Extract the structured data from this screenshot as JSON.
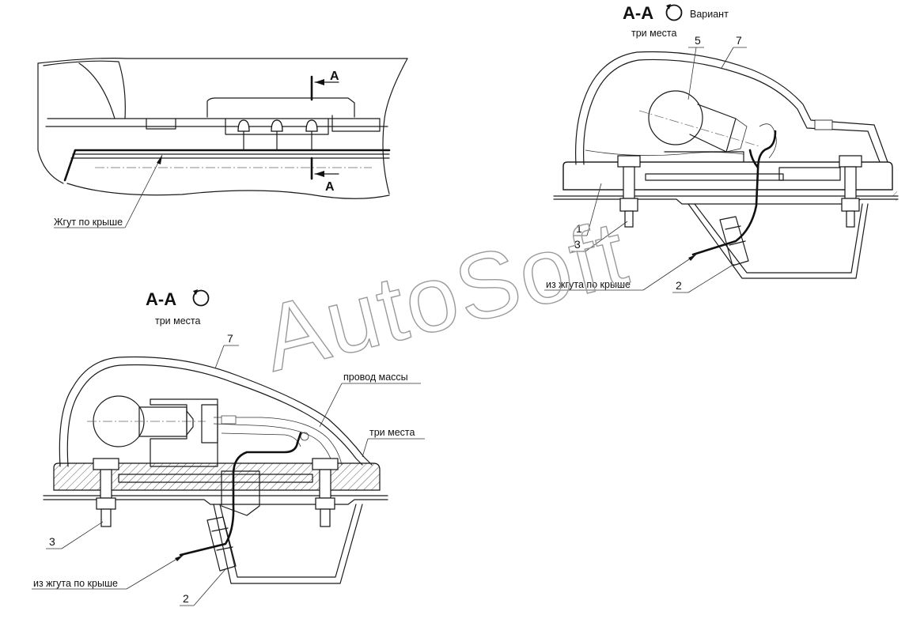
{
  "top_view": {
    "harness_label": "Жгут по крыше",
    "section_mark_top": "А",
    "section_mark_bottom": "А"
  },
  "section_variant": {
    "title": "А-А",
    "variant_label": "Вариант",
    "subtitle": "три места",
    "callouts": {
      "c1": "1",
      "c2": "2",
      "c3": "3",
      "c5": "5",
      "c7": "7"
    },
    "wire_label": "из жгута по крыше"
  },
  "section_main": {
    "title": "А-А",
    "subtitle": "три места",
    "callouts": {
      "c2": "2",
      "c3": "3",
      "c7": "7"
    },
    "ground_wire_label": "провод массы",
    "three_places_label": "три места",
    "wire_label": "из жгута по крыше"
  },
  "watermark": "AutoSoft",
  "colors": {
    "ink": "#111111",
    "watermark": "#9a9a9a",
    "background": "#ffffff"
  }
}
